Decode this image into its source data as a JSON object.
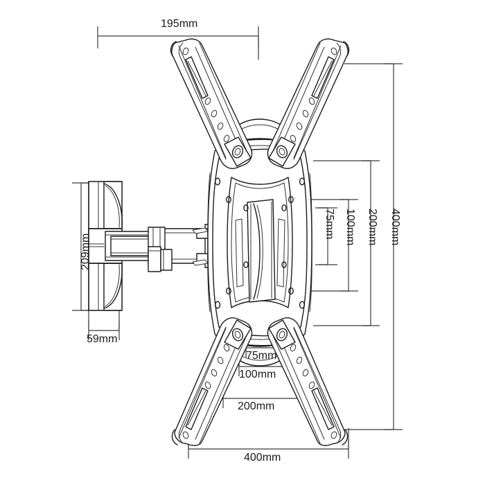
{
  "drawing": {
    "title": "TV wall mount technical dimension drawing",
    "units": "mm",
    "line_color": "#1a1a1a",
    "fill_color": "#ffffff",
    "background": "#ffffff"
  },
  "dimensions": {
    "top_width": {
      "label": "195mm",
      "value": 195,
      "orientation": "horizontal"
    },
    "left_height": {
      "label": "209mm",
      "value": 209,
      "orientation": "vertical"
    },
    "left_depth": {
      "label": "59mm",
      "value": 59,
      "orientation": "horizontal"
    },
    "vesa_right_75": {
      "label": "75mm",
      "value": 75,
      "orientation": "vertical"
    },
    "vesa_right_100": {
      "label": "100mm",
      "value": 100,
      "orientation": "vertical"
    },
    "vesa_right_200": {
      "label": "200mm",
      "value": 200,
      "orientation": "vertical"
    },
    "vesa_right_400": {
      "label": "400mm",
      "value": 400,
      "orientation": "vertical"
    },
    "vesa_bottom_75": {
      "label": "75mm",
      "value": 75,
      "orientation": "horizontal"
    },
    "vesa_bottom_100": {
      "label": "100mm",
      "value": 100,
      "orientation": "horizontal"
    },
    "vesa_bottom_200": {
      "label": "200mm",
      "value": 200,
      "orientation": "horizontal"
    },
    "vesa_bottom_400": {
      "label": "400mm",
      "value": 400,
      "orientation": "horizontal"
    }
  },
  "parts": {
    "wall_plate": "wall-plate",
    "extension_arm": "extension-arm",
    "pivot_joint": "pivot-joint",
    "vesa_plate": "vesa-plate",
    "arm_top_left": "arm-top-left",
    "arm_top_right": "arm-top-right",
    "arm_bottom_left": "arm-bottom-left",
    "arm_bottom_right": "arm-bottom-right"
  }
}
